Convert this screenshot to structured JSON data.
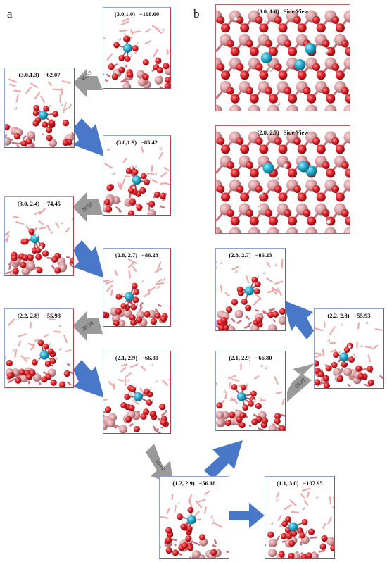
{
  "panels": {
    "a": "a",
    "b": "b"
  },
  "colors": {
    "arrow_blue": "#4a78c8",
    "arrow_gray": "#9a9a9a",
    "oxygen": "#d81f26",
    "aluminum": "#d9a0a4",
    "metal": "#22aacc",
    "hydrogen": "#f2f2f2",
    "water": "#f0a8a8"
  },
  "snapshots": [
    {
      "id": "a1",
      "coord": "(3.0,1.0)",
      "energy": "−108.60"
    },
    {
      "id": "a2",
      "coord": "(3.0,1.3)",
      "energy": "−62.07"
    },
    {
      "id": "a3",
      "coord": "(3.0,1.9)",
      "energy": "−85.42"
    },
    {
      "id": "a4",
      "coord": "(3.0, 2.4)",
      "energy": "−74.45"
    },
    {
      "id": "a5",
      "coord": "(2.8, 2.7)",
      "energy": "−86.23"
    },
    {
      "id": "a6",
      "coord": "(2.2, 2.8)",
      "energy": "−55.93"
    },
    {
      "id": "a7",
      "coord": "(2.1, 2.9)",
      "energy": "−66.80"
    },
    {
      "id": "c1",
      "coord": "(1.2, 2.9)",
      "energy": "−56.18"
    },
    {
      "id": "c2",
      "coord": "(1.1, 3.0)",
      "energy": "−107.95"
    },
    {
      "id": "b1",
      "coord": "(3.0, 1.0)",
      "energy": "Side View"
    },
    {
      "id": "b2",
      "coord": "(2.8, 2.7)",
      "energy": "Side View"
    },
    {
      "id": "b3",
      "coord": "(2.8, 2.7)",
      "energy": "−86.23"
    },
    {
      "id": "b4",
      "coord": "(2.2, 2.8)",
      "energy": "−55.93"
    },
    {
      "id": "b5",
      "coord": "(2.1, 2.9)",
      "energy": "−66.80"
    }
  ],
  "barriers": [
    {
      "id": "g1",
      "value": "46.53"
    },
    {
      "id": "g2",
      "value": "10.97"
    },
    {
      "id": "g3",
      "value": "30.30"
    },
    {
      "id": "g4",
      "value": "10.62"
    },
    {
      "id": "g5",
      "value": "10.87"
    }
  ]
}
